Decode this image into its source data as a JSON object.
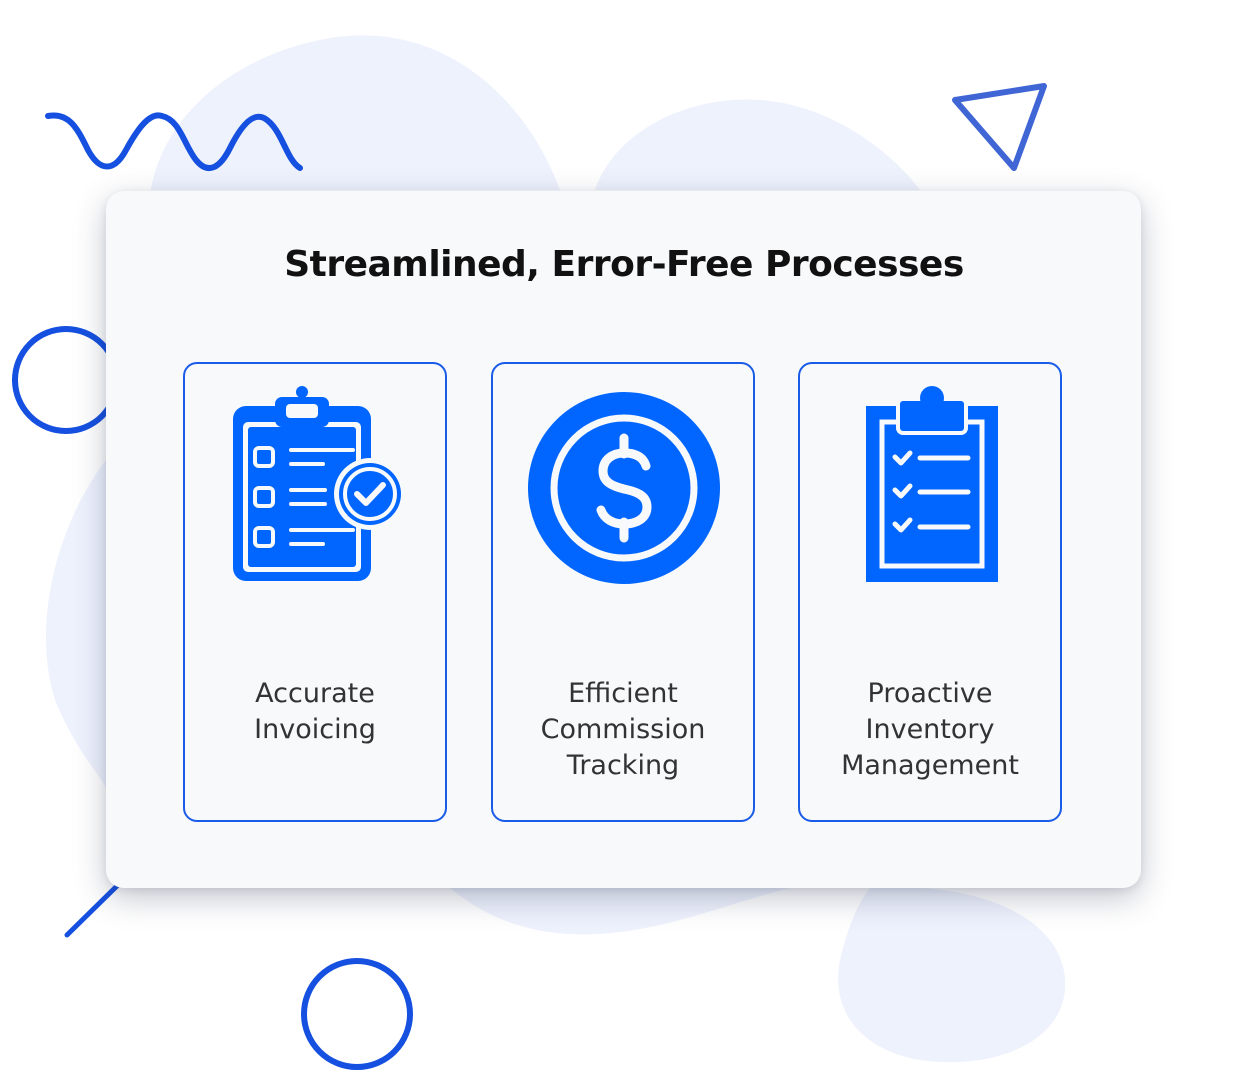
{
  "heading": "Streamlined, Error-Free Processes",
  "features": [
    {
      "label": "Accurate\nInvoicing",
      "icon": "clipboard-check-icon"
    },
    {
      "label": "Efficient\nCommission\nTracking",
      "icon": "dollar-coin-icon"
    },
    {
      "label": "Proactive\nInventory\nManagement",
      "icon": "clipboard-checklist-icon"
    }
  ],
  "colors": {
    "accent": "#0066ff",
    "border": "#1a5ce8",
    "decoration": "#1550e0",
    "triangle": "#4066d6",
    "blob": "#eef2fd",
    "card": "#f8f9fb",
    "text": "#333333",
    "heading": "#111111"
  }
}
